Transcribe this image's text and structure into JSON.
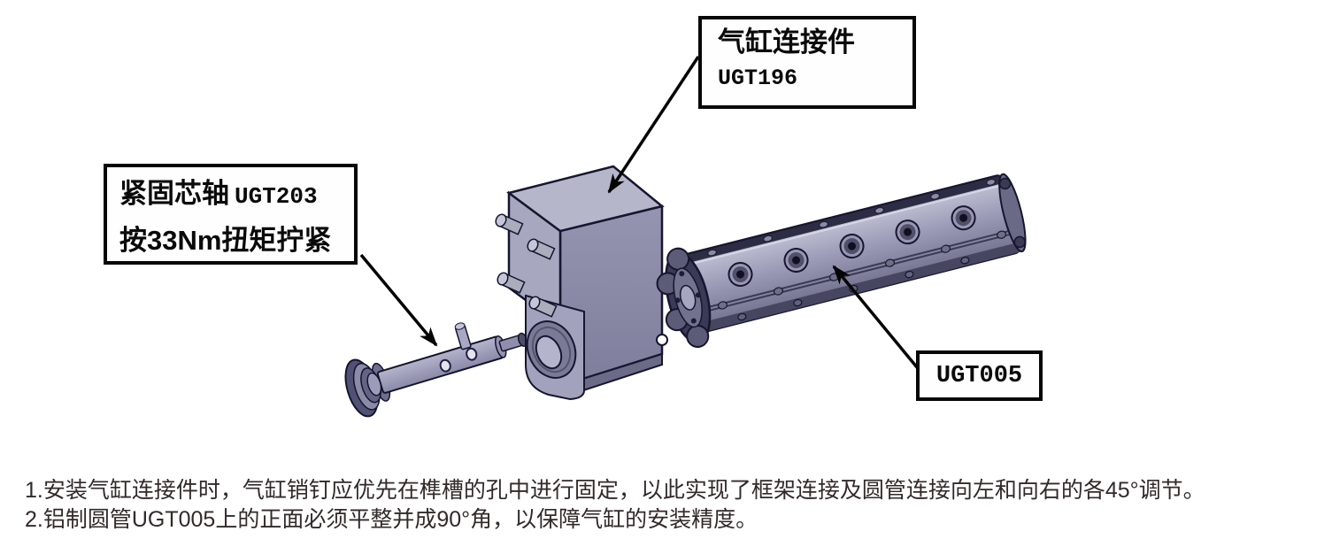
{
  "callouts": {
    "connector": {
      "title": "气缸连接件",
      "part_number": "UGT196"
    },
    "core_shaft": {
      "title": "紧固芯轴",
      "part_number": "UGT203",
      "instruction": "按33Nm扭矩拧紧"
    },
    "tube": {
      "part_number": "UGT005"
    }
  },
  "notes": [
    "1.安装气缸连接件时，气缸销钉应优先在榫槽的孔中进行固定，以此实现了框架连接及圆管连接向左和向右的各45°调节。",
    "2.铝制圆管UGT005上的正面必须平整并成90°角，以保障气缸的安装精度。"
  ],
  "colors": {
    "background": "#ffffff",
    "outline": "#16162e",
    "part_light": "#b6b6cc",
    "part_mid": "#a2a2bc",
    "part_dark": "#50506c",
    "arrow": "#050505",
    "label_border": "#060606",
    "note_text": "#322a2a"
  }
}
